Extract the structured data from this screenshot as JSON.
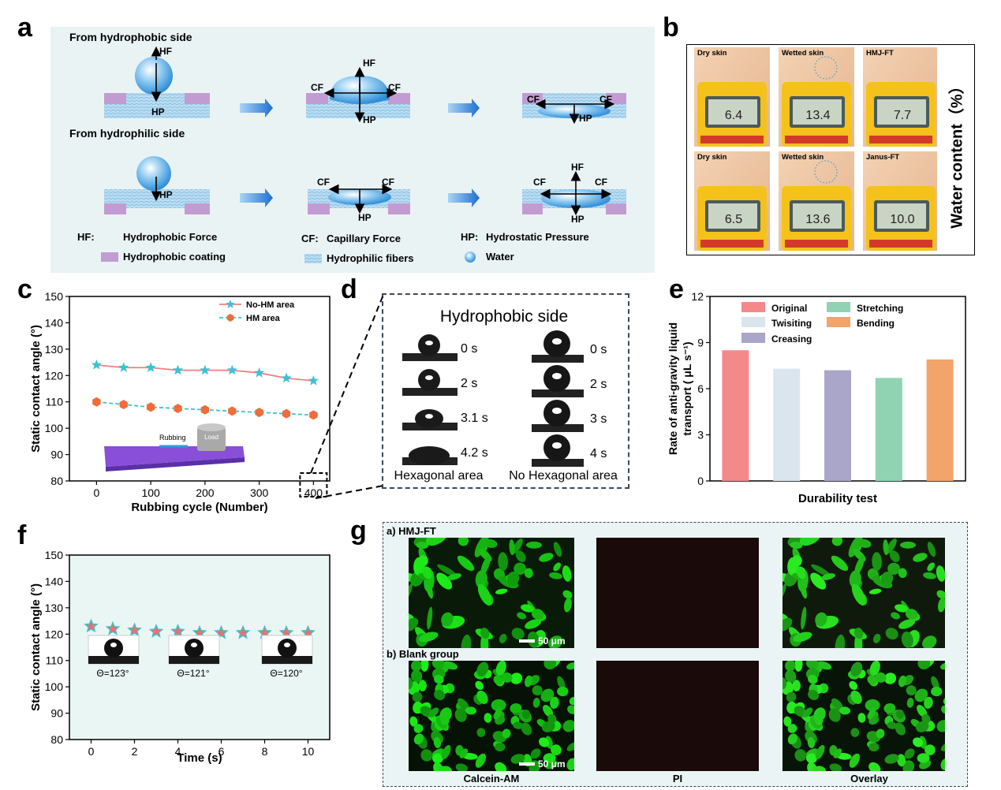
{
  "panel_labels": {
    "a": "a",
    "b": "b",
    "c": "c",
    "d": "d",
    "e": "e",
    "f": "f",
    "g": "g"
  },
  "panel_a": {
    "row1_title": "From hydrophobic side",
    "row2_title": "From hydrophilic side",
    "force_labels": {
      "hf": "HF",
      "hp": "HP",
      "cf": "CF"
    },
    "legend": {
      "hf_key": "HF:",
      "hf_text": "Hydrophobic Force",
      "cf_key": "CF:",
      "cf_text": "Capillary Force",
      "hp_key": "HP:",
      "hp_text": "Hydrostatic Pressure",
      "coating": "Hydrophobic coating",
      "fibers": "Hydrophilic fibers",
      "water": "Water"
    },
    "colors": {
      "background": "#e9f3f4",
      "coating": "#c39bd3",
      "fiber": "#aad4ef",
      "water": "#4aa3e0",
      "arrow": "#2b7fd4"
    }
  },
  "panel_b": {
    "y_label": "Water content（%）",
    "top_row": [
      "Dry skin",
      "Wetted skin",
      "HMJ-FT"
    ],
    "bottom_row": [
      "Dry skin",
      "Wetted skin",
      "Janus-FT"
    ],
    "readings_top": [
      "6.4",
      "13.4",
      "7.7"
    ],
    "readings_bottom": [
      "6.5",
      "13.6",
      "10.0"
    ]
  },
  "panel_d": {
    "title": "Hydrophobic side",
    "left_times": [
      "0 s",
      "2 s",
      "3.1 s",
      "4.2 s"
    ],
    "right_times": [
      "0 s",
      "2 s",
      "3 s",
      "4 s"
    ],
    "left_label": "Hexagonal area",
    "right_label": "No Hexagonal area"
  },
  "panel_c_inset": {
    "rubbing": "Rubbing",
    "load": "Load"
  },
  "panel_f_insets": [
    "Θ=123°",
    "Θ=121°",
    "Θ=120°"
  ],
  "panel_g": {
    "row1": "a) HMJ-FT",
    "row2": "b) Blank group",
    "cols": [
      "Calcein-AM",
      "PI",
      "Overlay"
    ],
    "scale": "50 μm"
  },
  "chart_data": [
    {
      "id": "c",
      "type": "line",
      "xlabel": "Rubbing cycle (Number)",
      "ylabel": "Static contact angle (°)",
      "xlim": [
        -50,
        430
      ],
      "ylim": [
        80,
        150
      ],
      "xticks": [
        0,
        100,
        200,
        300,
        400
      ],
      "yticks": [
        80,
        90,
        100,
        110,
        120,
        130,
        140,
        150
      ],
      "x": [
        0,
        50,
        100,
        150,
        200,
        250,
        300,
        350,
        400
      ],
      "series": [
        {
          "name": "No-HM area",
          "marker": "star",
          "color": "#f08080",
          "marker_color": "#3ec1d3",
          "values": [
            124,
            123,
            123,
            122,
            122,
            122,
            121,
            119,
            118
          ]
        },
        {
          "name": "HM area",
          "marker": "hexagon",
          "color": "#3ec1d3",
          "marker_color": "#f26b3a",
          "values": [
            110,
            109,
            108,
            107.5,
            107,
            106.5,
            106,
            105.5,
            105
          ]
        }
      ],
      "legend": "top-right"
    },
    {
      "id": "e",
      "type": "bar",
      "xlabel": "Durability test",
      "ylabel": "Rate of anti-gravity liquid transport ( μL s⁻¹)",
      "ylim": [
        0,
        12
      ],
      "yticks": [
        0,
        3,
        6,
        9,
        12
      ],
      "categories": [
        "Original",
        "Twisiting",
        "Creasing",
        "Stretching",
        "Bending"
      ],
      "values": [
        8.5,
        7.3,
        7.2,
        6.7,
        7.9
      ],
      "colors": [
        "#f4898a",
        "#dbe5ee",
        "#a9a6c9",
        "#8fd3b2",
        "#f3a46a"
      ],
      "legend": "top"
    },
    {
      "id": "f",
      "type": "scatter",
      "xlabel": "Time (s)",
      "ylabel": "Static contact angle (°)",
      "xlim": [
        -1,
        11
      ],
      "ylim": [
        80,
        150
      ],
      "xticks": [
        0,
        2,
        4,
        6,
        8,
        10
      ],
      "yticks": [
        80,
        90,
        100,
        110,
        120,
        130,
        140,
        150
      ],
      "x": [
        0,
        1,
        2,
        3,
        4,
        5,
        6,
        7,
        8,
        9,
        10
      ],
      "values": [
        123,
        122,
        121.5,
        121,
        121,
        120.5,
        120.5,
        120.5,
        120.5,
        120.5,
        120.5
      ],
      "marker": "star"
    }
  ]
}
